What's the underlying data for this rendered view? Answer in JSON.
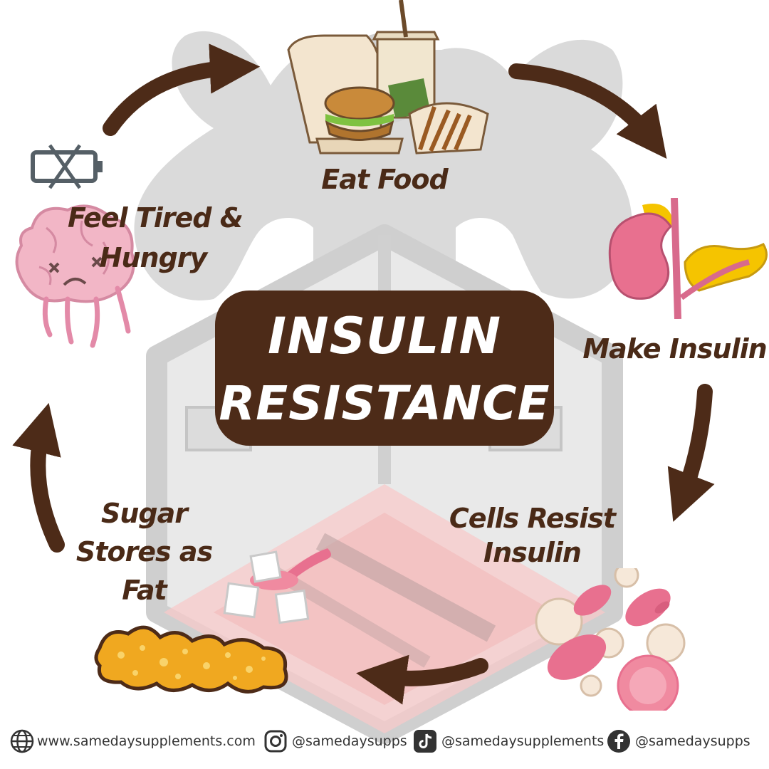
{
  "diagram": {
    "title_line1": "INSULIN",
    "title_line2": "RESISTANCE",
    "steps": {
      "eat_food": "Eat Food",
      "make_insulin": "Make Insulin",
      "cells_resist_line1": "Cells Resist",
      "cells_resist_line2": "Insulin",
      "sugar_line1": "Sugar",
      "sugar_line2": "Stores as",
      "sugar_line3": "Fat",
      "tired_line1": "Feel Tired &",
      "tired_line2": "Hungry"
    }
  },
  "footer": {
    "website": "www.samedaysupplements.com",
    "instagram": "@samedaysupps",
    "tiktok": "@samedaysupplements",
    "facebook": "@samedaysupps"
  },
  "colors": {
    "arrow": "#4d2b18",
    "title_bg": "#4d2b18",
    "label_text": "#4a2a17",
    "silhouette": "#d2d2d2"
  },
  "icons": [
    "globe-icon",
    "instagram-icon",
    "tiktok-icon",
    "facebook-icon",
    "empty-battery-icon"
  ]
}
